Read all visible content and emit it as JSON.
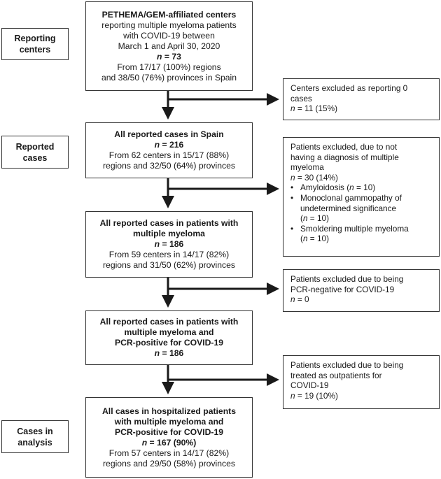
{
  "side_labels": {
    "reporting": [
      "Reporting",
      "centers"
    ],
    "reported": [
      "Reported",
      "cases"
    ],
    "analysis": [
      "Cases in",
      "analysis"
    ]
  },
  "main_boxes": {
    "b1": {
      "l1": "PETHEMA/GEM-affiliated centers",
      "l2": "reporting multiple myeloma patients",
      "l3": "with COVID-19 between",
      "l4": "March 1 and April 30, 2020",
      "n_label": "n",
      "n_value": " = 73",
      "l5": "From 17/17 (100%) regions",
      "l6": "and 38/50 (76%) provinces in Spain"
    },
    "b2": {
      "l1": "All reported cases in Spain",
      "n_label": "n",
      "n_value": " = 216",
      "l2": "From 62 centers in 15/17 (88%)",
      "l3": "regions and 32/50 (64%) provinces"
    },
    "b3": {
      "l1": "All reported cases in patients with",
      "l2": "multiple myeloma",
      "n_label": "n",
      "n_value": " = 186",
      "l3": "From 59 centers in 14/17 (82%)",
      "l4": "regions and 31/50 (62%) provinces"
    },
    "b4": {
      "l1": "All reported cases in patients with",
      "l2": "multiple myeloma and",
      "l3": "PCR-positive for COVID-19",
      "n_label": "n",
      "n_value": " = 186"
    },
    "b5": {
      "l1": "All cases in hospitalized patients",
      "l2": "with multiple myeloma and",
      "l3": "PCR-positive for COVID-19",
      "n_label": "n",
      "n_value": " = 167 (90%)",
      "l4": "From 57 centers in 14/17 (82%)",
      "l5": "regions and 29/50 (58%) provinces"
    }
  },
  "exclusion_boxes": {
    "e1": {
      "l1": "Centers excluded as reporting 0",
      "l2": "cases",
      "n_label": "n",
      "n_value": " = 11 (15%)"
    },
    "e2": {
      "l1": "Patients excluded, due to not",
      "l2": "having a diagnosis of multiple",
      "l3": "myeloma",
      "n_label": "n",
      "n_value": " = 30 (14%)",
      "bullets": [
        {
          "text": "Amyloidosis (",
          "n_label": "n",
          "n_value": " = 10)"
        },
        {
          "l1": "Monoclonal gammopathy of",
          "l2": "undetermined significance",
          "l3_pre": "(",
          "n_label": "n",
          "l3_post": " = 10)"
        },
        {
          "l1": "Smoldering multiple myeloma",
          "l2_pre": "(",
          "n_label": "n",
          "l2_post": " = 10)"
        }
      ],
      "bullet_char": "•"
    },
    "e3": {
      "l1": "Patients excluded due to being",
      "l2": "PCR-negative for COVID-19",
      "n_label": "n",
      "n_value": " = 0"
    },
    "e4": {
      "l1": "Patients excluded due to being",
      "l2": "treated as outpatients for",
      "l3": "COVID-19",
      "n_label": "n",
      "n_value": " = 19 (10%)"
    }
  },
  "colors": {
    "border": "#333333",
    "arrow": "#1a1a1a",
    "text": "#1a1a1a"
  }
}
